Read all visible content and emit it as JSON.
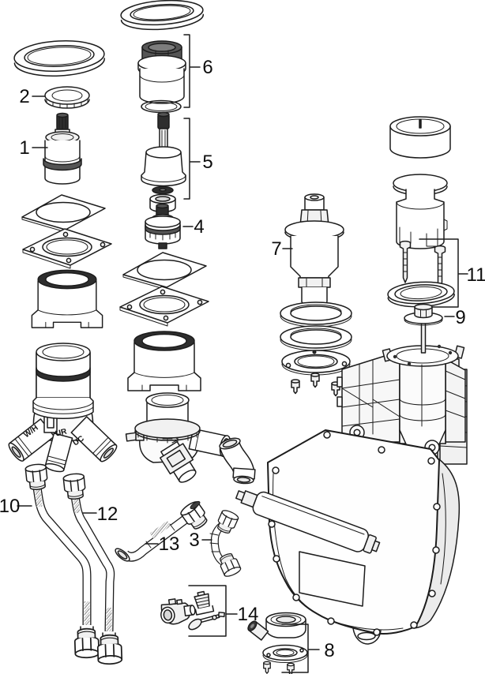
{
  "diagram": {
    "type": "exploded-parts-diagram",
    "background": "#ffffff",
    "line_color": "#1c1c1c"
  },
  "labels": {
    "p1": "1",
    "p2": "2",
    "p3": "3",
    "p4": "4",
    "p5": "5",
    "p6": "6",
    "p7": "7",
    "p8": "8",
    "p9": "9",
    "p10": "10",
    "p11": "11",
    "p12": "12",
    "p13": "13",
    "p14": "14"
  },
  "port_markings": {
    "wh": "W/H",
    "ur": "UR",
    "uc": "UC"
  },
  "part_descriptions": {
    "1": "cartridge-with-splined-stem",
    "2": "ribbed-threaded-ring",
    "3": "short-curved-hose-with-nuts",
    "4": "small-cartridge",
    "5": "spindle-assembly-with-disc-and-ring",
    "6": "canister-with-hex-cap-and-o-ring",
    "7": "plunger-valve-with-washers-flange-and-screws",
    "8": "outlet-fitting-with-flange-gasket-and-screws",
    "9": "nut-with-washer-on-rod",
    "10": "long-flexible-hose",
    "11": "two-screws-and-seal-ring",
    "12": "long-flexible-hose",
    "13": "angled-pipe-with-union-nut",
    "14": "service-kit-small-valve-nipple-lever",
    "housing": "concealed-cistern-housing-with-valve-seat"
  }
}
